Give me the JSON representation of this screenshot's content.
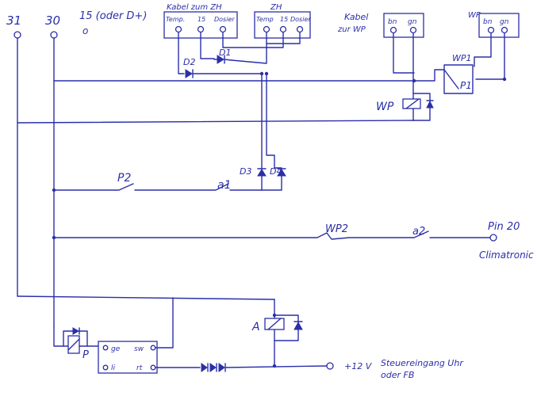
{
  "terminals": {
    "t31": "31",
    "t30": "30",
    "t15": "15 (oder D+)",
    "t15_sub": "o"
  },
  "connectors": {
    "zh_cable_title": "Kabel zum ZH",
    "zh_cable_pins": [
      "Temp.",
      "15",
      "Dosier"
    ],
    "zh_title": "ZH",
    "zh_pins": [
      "Temp",
      "15",
      "Dosier"
    ],
    "wp_cable_title_line1": "Kabel",
    "wp_cable_title_line2": "zur WP",
    "wp_cable_pins": [
      "bn",
      "gn"
    ],
    "wp_title": "WP",
    "wp_pins": [
      "bn",
      "gn"
    ]
  },
  "components": {
    "d1": "D1",
    "d2": "D2",
    "d3": "D3",
    "d4": "D4",
    "wp1": "WP1",
    "p1": "P1",
    "wp_relay": "WP",
    "p2": "P2",
    "a1": "a1",
    "wp2": "WP2",
    "a2": "a2",
    "relay_a": "A",
    "relay_p": "P"
  },
  "outputs": {
    "pin20": "Pin 20",
    "climatronic": "Climatronic",
    "supply": "+12 V",
    "control_line1": "Steuereingang Uhr",
    "control_line2": "oder FB"
  },
  "timer_module": {
    "ge": "ge",
    "sw": "sw",
    "li": "li",
    "rt": "rt"
  }
}
